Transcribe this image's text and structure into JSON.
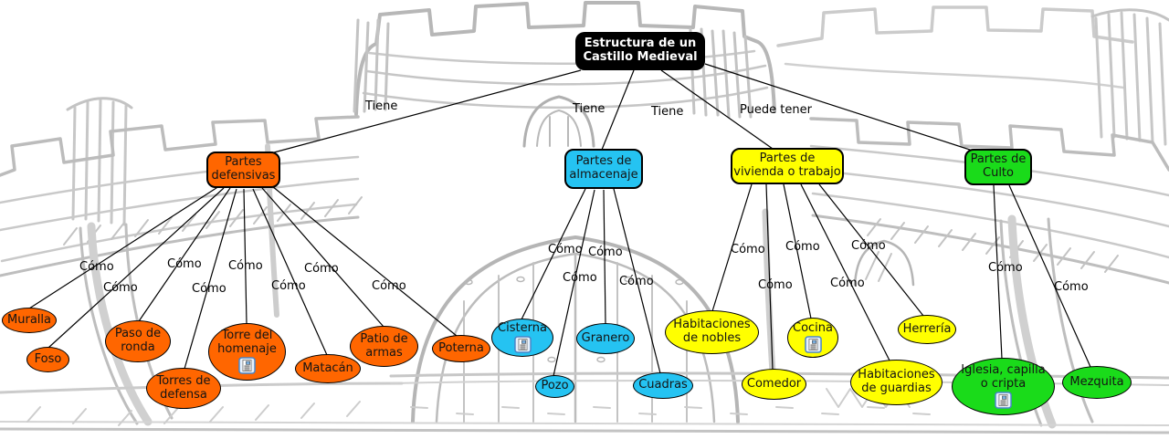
{
  "root": {
    "label": "Estructura de un\nCastillo Medieval",
    "bg": "#000000",
    "fg": "#FFFFFF"
  },
  "link_labels": {
    "tiene": "Tiene",
    "puede_tener": "Puede tener",
    "como": "Cómo"
  },
  "categories": {
    "defensivas": {
      "label": "Partes\ndefensivas",
      "color": "#FF6600"
    },
    "almacenaje": {
      "label": "Partes de\nalmacenaje",
      "color": "#25C3F2"
    },
    "vivienda": {
      "label": "Partes de\nvivienda o trabajo",
      "color": "#FFFF00"
    },
    "culto": {
      "label": "Partes de\nCulto",
      "color": "#1ADB1A"
    }
  },
  "nodes": {
    "muralla": {
      "label": "Muralla",
      "color": "#FF6600"
    },
    "foso": {
      "label": "Foso",
      "color": "#FF6600"
    },
    "paso": {
      "label": "Paso de\nronda",
      "color": "#FF6600"
    },
    "torres": {
      "label": "Torres de\ndefensa",
      "color": "#FF6600"
    },
    "homenaje": {
      "label": "Torre del\nhomenaje",
      "color": "#FF6600",
      "has_resource_icon": true
    },
    "matacan": {
      "label": "Matacán",
      "color": "#FF6600"
    },
    "patio": {
      "label": "Patio de\narmas",
      "color": "#FF6600"
    },
    "poterna": {
      "label": "Poterna",
      "color": "#FF6600"
    },
    "cisterna": {
      "label": "Cisterna",
      "color": "#25C3F2",
      "has_resource_icon": true
    },
    "pozo": {
      "label": "Pozo",
      "color": "#25C3F2"
    },
    "granero": {
      "label": "Granero",
      "color": "#25C3F2"
    },
    "cuadras": {
      "label": "Cuadras",
      "color": "#25C3F2"
    },
    "nobles": {
      "label": "Habitaciones\nde nobles",
      "color": "#FFFF00"
    },
    "comedor": {
      "label": "Comedor",
      "color": "#FFFF00"
    },
    "cocina": {
      "label": "Cocina",
      "color": "#FFFF00",
      "has_resource_icon": true
    },
    "guardias": {
      "label": "Habitaciones\nde guardias",
      "color": "#FFFF00"
    },
    "herreria": {
      "label": "Herrería",
      "color": "#FFFF00"
    },
    "iglesia": {
      "label": "Iglesia, capilla\no cripta",
      "color": "#1ADB1A",
      "has_resource_icon": true
    },
    "mezquita": {
      "label": "Mezquita",
      "color": "#1ADB1A"
    }
  },
  "connections": [
    {
      "from": "root",
      "label": "Tiene",
      "to": "defensivas"
    },
    {
      "from": "root",
      "label": "Tiene",
      "to": "almacenaje"
    },
    {
      "from": "root",
      "label": "Tiene",
      "to": "vivienda"
    },
    {
      "from": "root",
      "label": "Puede tener",
      "to": "culto"
    },
    {
      "from": "defensivas",
      "label": "Cómo",
      "to": "muralla"
    },
    {
      "from": "defensivas",
      "label": "Cómo",
      "to": "foso"
    },
    {
      "from": "defensivas",
      "label": "Cómo",
      "to": "paso"
    },
    {
      "from": "defensivas",
      "label": "Cómo",
      "to": "torres"
    },
    {
      "from": "defensivas",
      "label": "Cómo",
      "to": "homenaje"
    },
    {
      "from": "defensivas",
      "label": "Cómo",
      "to": "matacan"
    },
    {
      "from": "defensivas",
      "label": "Cómo",
      "to": "patio"
    },
    {
      "from": "defensivas",
      "label": "Cómo",
      "to": "poterna"
    },
    {
      "from": "almacenaje",
      "label": "Cómo",
      "to": "cisterna"
    },
    {
      "from": "almacenaje",
      "label": "Cómo",
      "to": "pozo"
    },
    {
      "from": "almacenaje",
      "label": "Cómo",
      "to": "granero"
    },
    {
      "from": "almacenaje",
      "label": "Cómo",
      "to": "cuadras"
    },
    {
      "from": "vivienda",
      "label": "Cómo",
      "to": "nobles"
    },
    {
      "from": "vivienda",
      "label": "Cómo",
      "to": "comedor"
    },
    {
      "from": "vivienda",
      "label": "Cómo",
      "to": "cocina"
    },
    {
      "from": "vivienda",
      "label": "Cómo",
      "to": "guardias"
    },
    {
      "from": "vivienda",
      "label": "Cómo",
      "to": "herreria"
    },
    {
      "from": "culto",
      "label": "Cómo",
      "to": "iglesia"
    },
    {
      "from": "culto",
      "label": "Cómo",
      "to": "mezquita"
    }
  ],
  "icons": {
    "resource": "document-with-image-resource-icon"
  },
  "colors": {
    "line": "#000000",
    "sketch": "#C0C0C0",
    "background": "#FFFFFF"
  }
}
